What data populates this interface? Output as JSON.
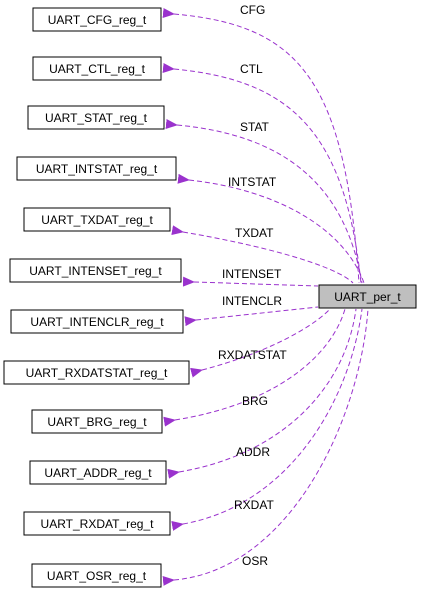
{
  "diagram": {
    "edge_color": "#9a32cd",
    "target": {
      "id": "per",
      "label": "UART_per_t"
    },
    "members": [
      {
        "id": "cfg",
        "class": "UART_CFG_reg_t",
        "field": "CFG"
      },
      {
        "id": "ctl",
        "class": "UART_CTL_reg_t",
        "field": "CTL"
      },
      {
        "id": "stat",
        "class": "UART_STAT_reg_t",
        "field": "STAT"
      },
      {
        "id": "intstat",
        "class": "UART_INTSTAT_reg_t",
        "field": "INTSTAT"
      },
      {
        "id": "txdat",
        "class": "UART_TXDAT_reg_t",
        "field": "TXDAT"
      },
      {
        "id": "intenset",
        "class": "UART_INTENSET_reg_t",
        "field": "INTENSET"
      },
      {
        "id": "intenclr",
        "class": "UART_INTENCLR_reg_t",
        "field": "INTENCLR"
      },
      {
        "id": "rxdatstat",
        "class": "UART_RXDATSTAT_reg_t",
        "field": "RXDATSTAT"
      },
      {
        "id": "brg",
        "class": "UART_BRG_reg_t",
        "field": "BRG"
      },
      {
        "id": "addr",
        "class": "UART_ADDR_reg_t",
        "field": "ADDR"
      },
      {
        "id": "rxdat",
        "class": "UART_RXDAT_reg_t",
        "field": "RXDAT"
      },
      {
        "id": "osr",
        "class": "UART_OSR_reg_t",
        "field": "OSR"
      }
    ]
  }
}
